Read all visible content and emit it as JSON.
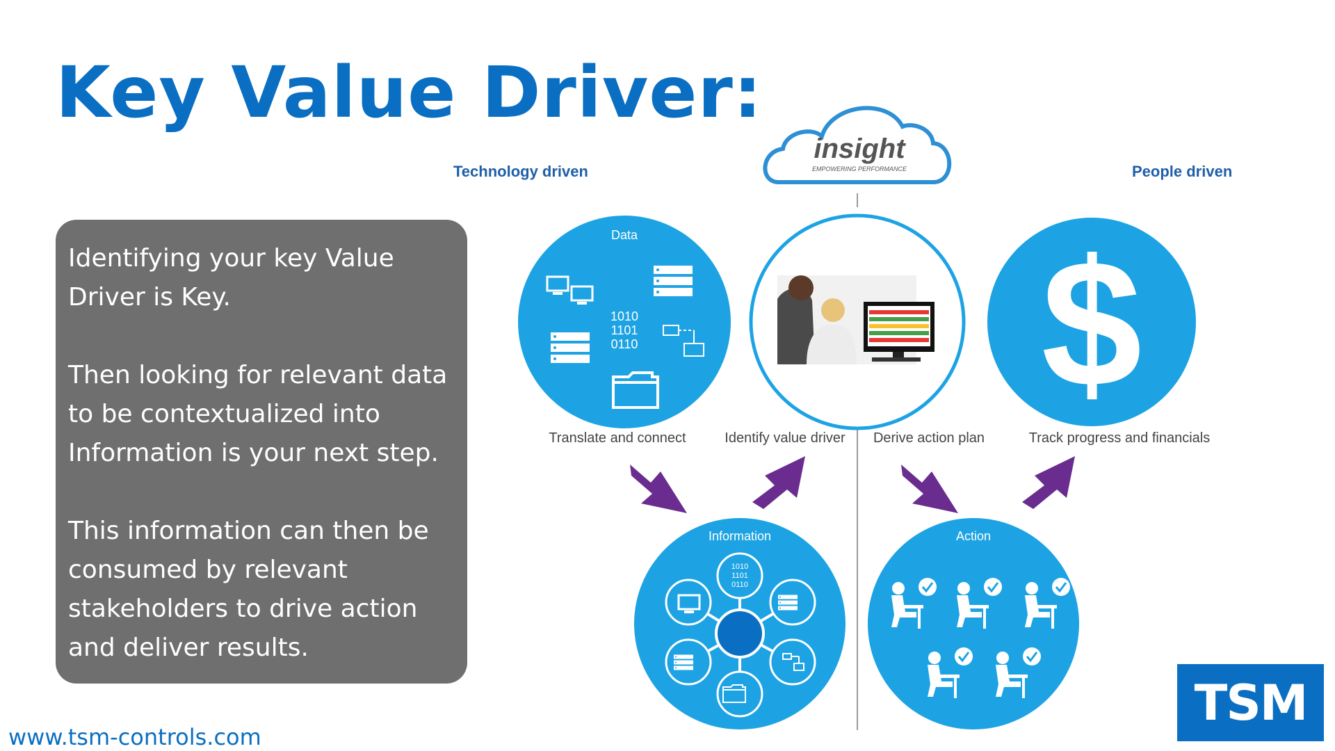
{
  "title": "Key Value Driver:",
  "body_paragraphs": [
    "Identifying your key Value Driver is Key.",
    "Then looking for relevant data to be contextualized into Information is your next step.",
    "This information can then be consumed by relevant stakeholders to drive action and deliver results."
  ],
  "website": "www.tsm-controls.com",
  "logo_text": "TSM",
  "diagram": {
    "left_heading": "Technology driven",
    "right_heading": "People driven",
    "cloud_word": "insight",
    "cloud_tagline": "EMPOWERING PERFORMANCE",
    "data_label": "Data",
    "binary_lines": [
      "1010",
      "1101",
      "0110"
    ],
    "information_label": "Information",
    "action_label": "Action",
    "dollar_symbol": "$",
    "captions": {
      "translate": "Translate and connect",
      "identify": "Identify value driver",
      "derive": "Derive action plan",
      "track": "Track progress and financials"
    }
  },
  "colors": {
    "brand_blue": "#0a6fc2",
    "circle_blue": "#1da3e4",
    "arrow_purple": "#6a2d8f",
    "text_box_gray": "#6f6f6f"
  }
}
